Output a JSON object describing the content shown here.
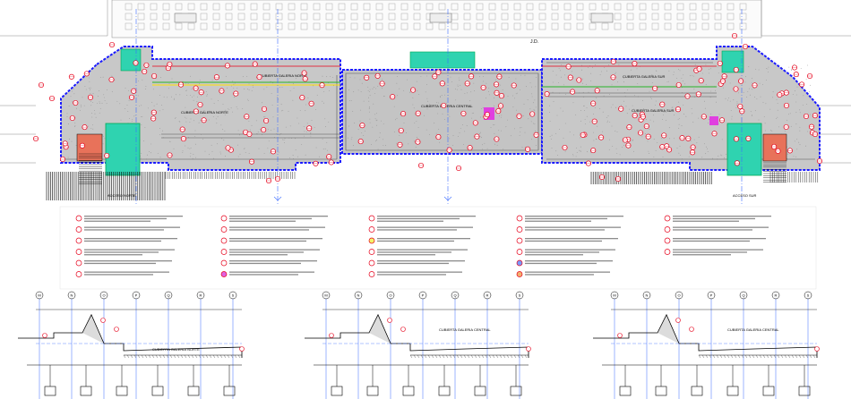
{
  "plan": {
    "labels": {
      "jd": "J.D.",
      "roof_gallery_north": "CUBIERTA GALERIA NORTE",
      "roof_gallery_central": "CUBIERTA GALERIA CENTRAL",
      "roof_gallery_south": "CUBIERTA GALERIA SUR",
      "access_north": "ACCESO NORTE",
      "access_south": "ACCESO SUR"
    }
  },
  "sections": [
    {
      "roof_label": "CUBIERTA GALERIA NORTE",
      "grid": [
        "M",
        "N",
        "O",
        "P",
        "Q",
        "R",
        "S"
      ]
    },
    {
      "roof_label": "CUBIERTA GALERIA CENTRAL",
      "grid": [
        "M",
        "N",
        "O",
        "P",
        "Q",
        "R",
        "S"
      ]
    },
    {
      "roof_label": "CUBIERTA GALERIA CENTRAL",
      "grid": [
        "M",
        "N",
        "O",
        "P",
        "Q",
        "R",
        "S"
      ]
    }
  ],
  "colors": {
    "roof_fill": "#c8c8c8",
    "boundary": "#1a1aff",
    "callout": "#e6001a",
    "grid_axis": "#3c6cff",
    "skylight": "#2fd3b0",
    "terrace": "#e8725a",
    "accent_magenta": "#e040e0",
    "green_line": "#28b428",
    "yellow_line": "#ffe100"
  }
}
